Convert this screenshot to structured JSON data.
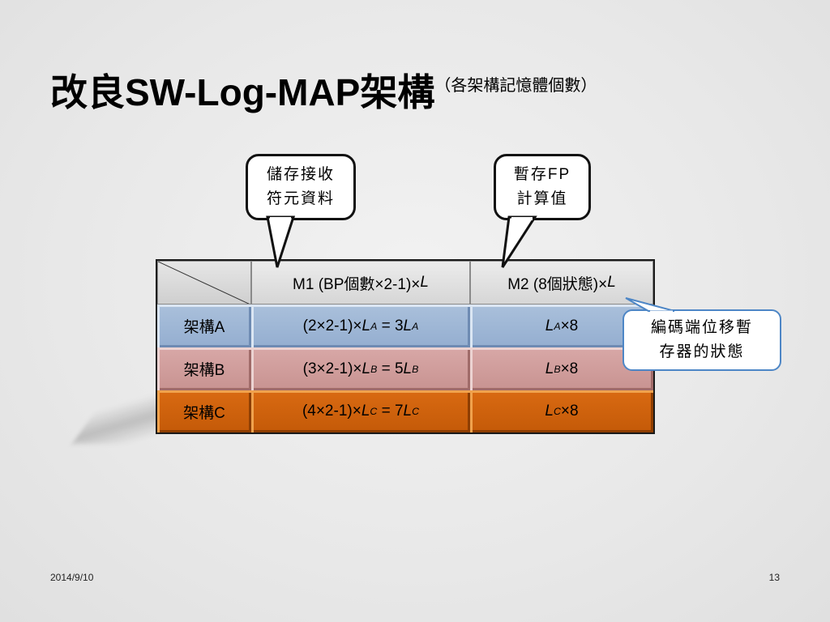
{
  "title": {
    "main": "改良SW-Log-MAP架構",
    "sub": "（各架構記憶體個數）"
  },
  "callouts": {
    "left_line1": "儲存接收",
    "left_line2": "符元資料",
    "mid_line1": "暫存FP",
    "mid_line2": "計算值",
    "right_line1": "編碼端位移暫",
    "right_line2": "存器的狀態"
  },
  "table": {
    "header_m1_pre": "M1 (BP個數×2-1)×",
    "header_m1_var": "L",
    "header_m2_pre": "M2 (8個狀態)×",
    "header_m2_var": "L",
    "rows": [
      {
        "label": "架構A",
        "m1_pre": "(2×2-1)×",
        "m1_var": "L",
        "m1_sub": "A",
        "m1_mid": " = 3",
        "m1_var2": "L",
        "m1_sub2": "A",
        "m2_var": "L",
        "m2_sub": "A",
        "m2_post": "×8"
      },
      {
        "label": "架構B",
        "m1_pre": "(3×2-1)×",
        "m1_var": "L",
        "m1_sub": "B",
        "m1_mid": " = 5",
        "m1_var2": "L",
        "m1_sub2": "B",
        "m2_var": "L",
        "m2_sub": "B",
        "m2_post": "×8"
      },
      {
        "label": "架構C",
        "m1_pre": "(4×2-1)×",
        "m1_var": "L",
        "m1_sub": "C",
        "m1_mid": " = 7",
        "m1_var2": "L",
        "m1_sub2": "C",
        "m2_var": "L",
        "m2_sub": "C",
        "m2_post": "×8"
      }
    ]
  },
  "colors": {
    "row_a": "#9fb7d6",
    "row_b": "#d09e9c",
    "row_c": "#cf620d",
    "callout_blue_border": "#4d86c6"
  },
  "footer": {
    "date": "2014/9/10",
    "page": "13"
  }
}
